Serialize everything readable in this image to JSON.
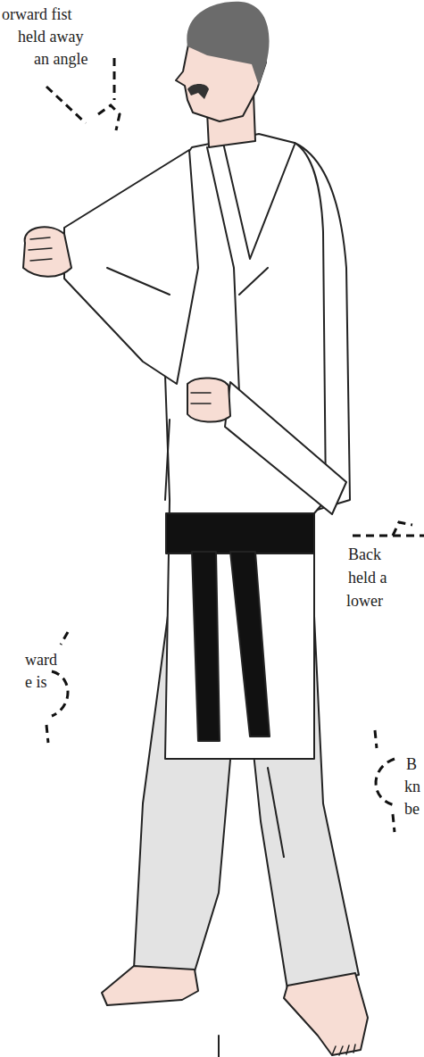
{
  "diagram": {
    "labels": [
      "orward fist",
      "held away",
      "an angle",
      "Back",
      "held a",
      "lower",
      "ward",
      "e is",
      "B",
      "kn",
      "be"
    ]
  }
}
